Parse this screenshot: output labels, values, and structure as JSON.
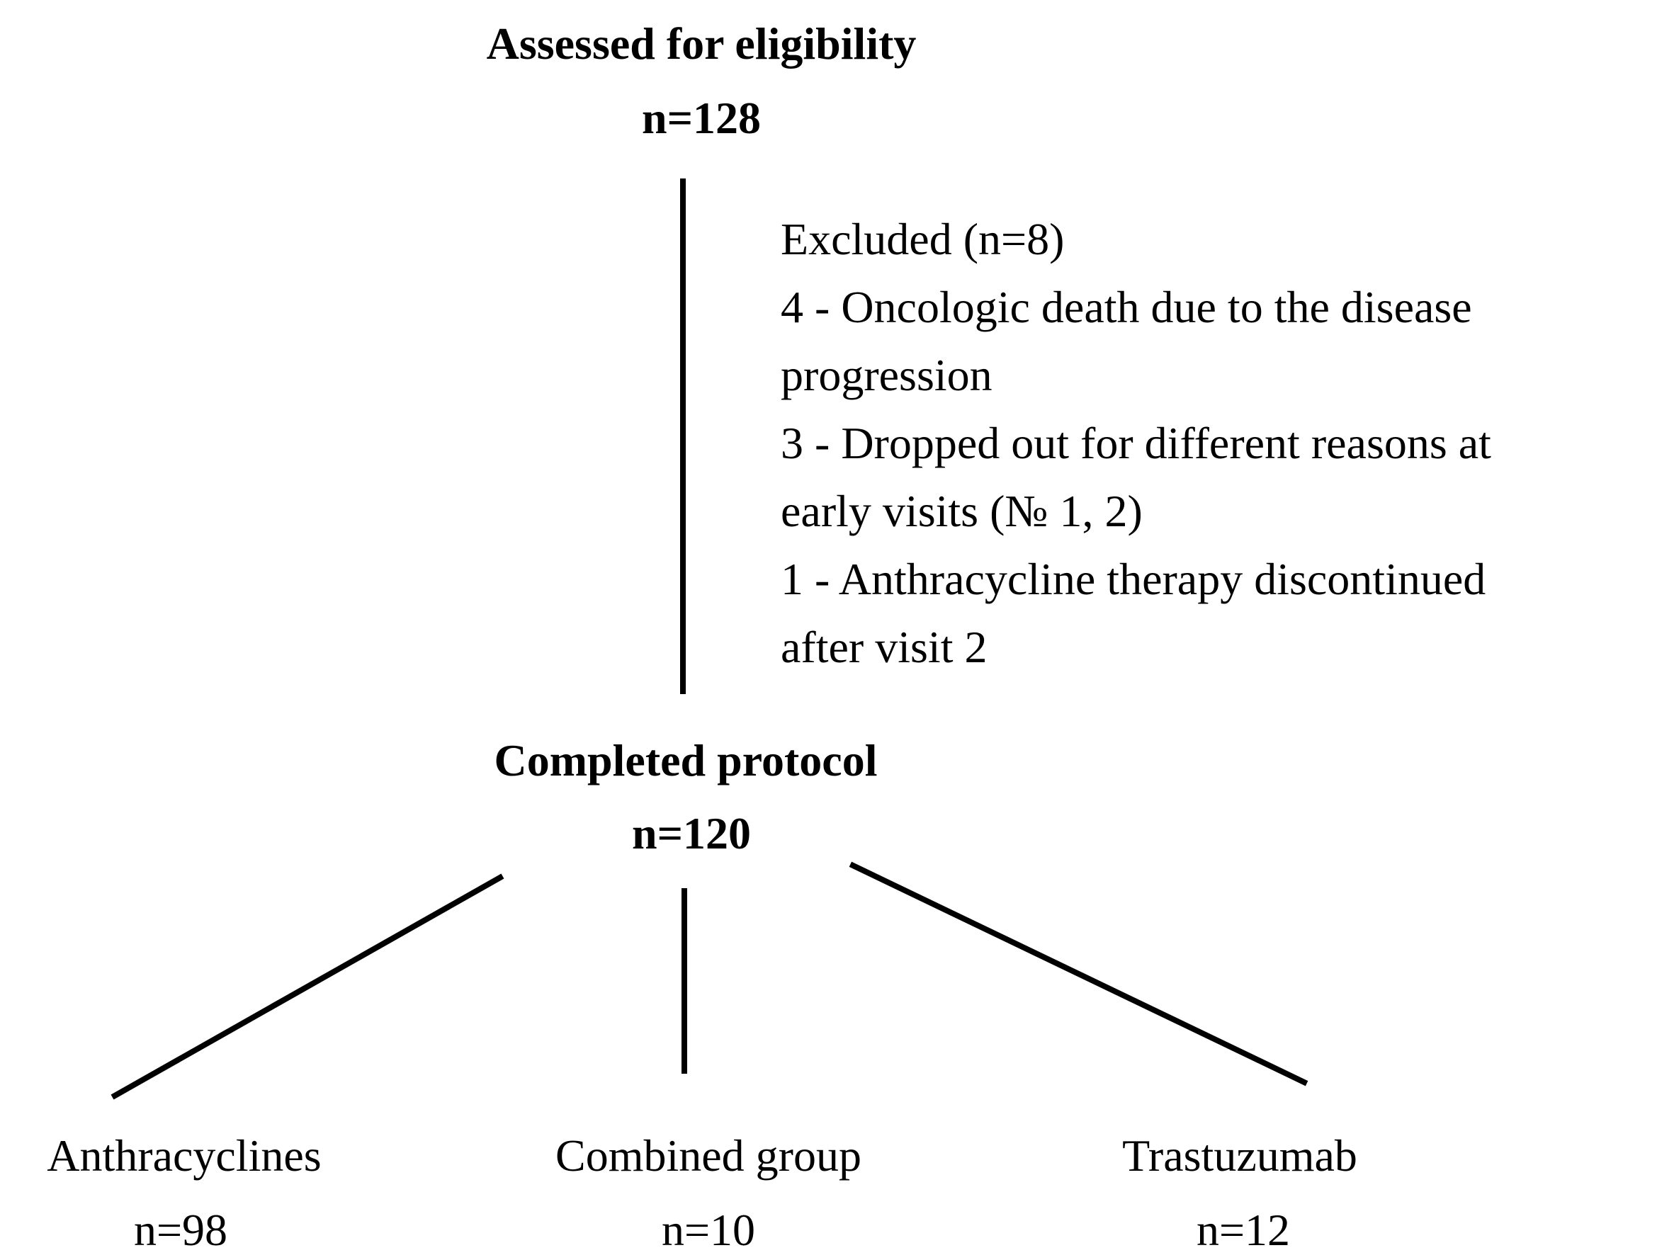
{
  "top_node": {
    "title": "Assessed for eligibility",
    "count": "n=128"
  },
  "excluded": {
    "heading": "Excluded (n=8)",
    "lines": [
      "4 - Oncologic death due to the disease",
      "progression",
      "3 - Dropped out for different reasons at",
      "early visits (№ 1, 2)",
      "1 - Anthracycline therapy discontinued",
      "after visit 2"
    ]
  },
  "middle_node": {
    "title": "Completed protocol",
    "count": "n=120"
  },
  "groups": [
    {
      "label": "Anthracyclines",
      "count": "n=98"
    },
    {
      "label": "Combined group",
      "count": "n=10"
    },
    {
      "label": "Trastuzumab",
      "count": "n=12"
    }
  ]
}
